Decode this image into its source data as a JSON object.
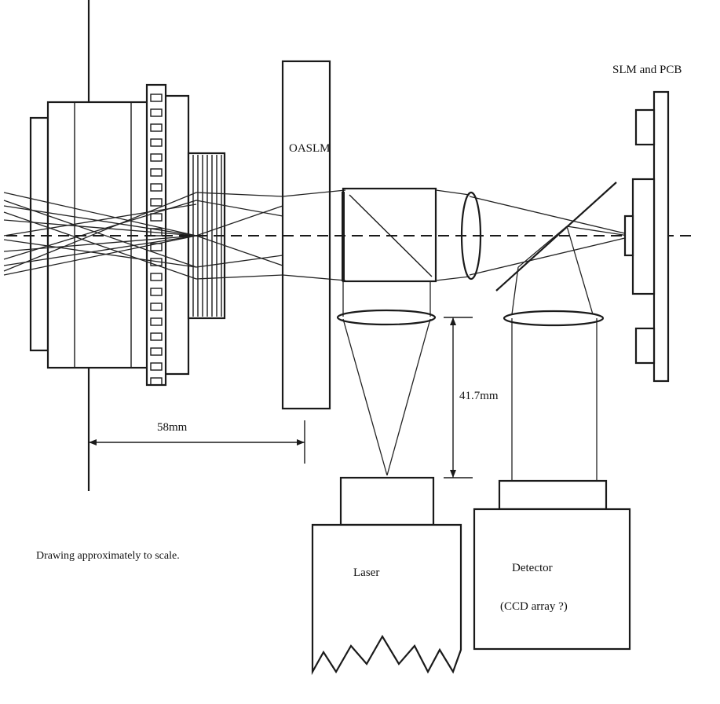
{
  "labels": {
    "slm_pcb": "SLM and PCB",
    "oaslm": "OASLM",
    "dim_58": "58mm",
    "dim_41_7": "41.7mm",
    "note": "Drawing approximately to scale.",
    "laser": "Laser",
    "detector": "Detector",
    "ccd": "(CCD array ?)"
  },
  "colors": {
    "ink": "#1a1a1a",
    "paper": "#ffffff"
  }
}
